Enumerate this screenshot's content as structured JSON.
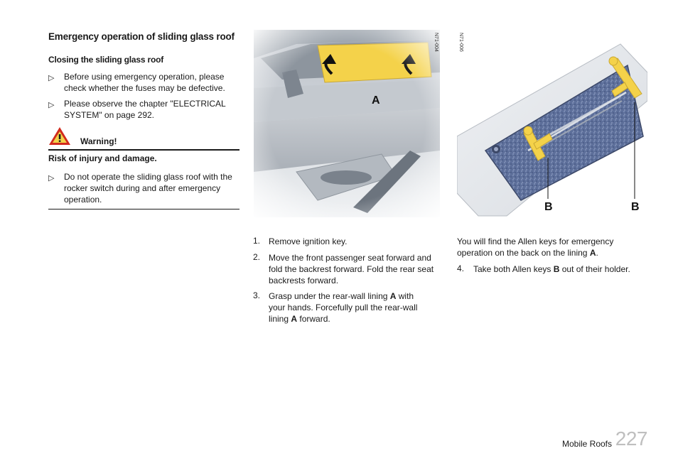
{
  "section_title": "Emergency operation of sliding glass roof",
  "subsection_title": "Closing the sliding glass roof",
  "pre_bullets": [
    "Before using emergency operation, please check whether the fuses may be defective.",
    "Please observe the chapter \"ELECTRICAL SYSTEM\" on page 292."
  ],
  "warning": {
    "label": "Warning!",
    "heading": "Risk of injury and damage.",
    "bullet": "Do not operate the sliding glass roof with the rocker switch during and after emergency operation."
  },
  "figure1": {
    "code": "N71-004",
    "label_a": "A"
  },
  "figure2": {
    "code": "N71-006",
    "label_b1": "B",
    "label_b2": "B"
  },
  "steps": [
    {
      "num": "1.",
      "text": "Remove ignition key."
    },
    {
      "num": "2.",
      "text": "Move the front passenger seat forward and fold the backrest forward. Fold the rear seat backrests forward."
    },
    {
      "num": "3.",
      "pre": "Grasp under the rear-wall lining ",
      "b1": "A",
      "mid": " with your hands. Forcefully pull the rear-wall lining ",
      "b2": "A",
      "post": " forward."
    }
  ],
  "right_para": {
    "pre": "You will find the Allen keys for emergency operation on the back on the lining ",
    "bold": "A",
    "post": "."
  },
  "step4": {
    "num": "4.",
    "pre": "Take both Allen keys ",
    "bold": "B",
    "post": " out of their holder."
  },
  "footer": {
    "label": "Mobile Roofs",
    "page": "227"
  },
  "colors": {
    "highlight_yellow": "#f4d24a",
    "warning_red": "#d22a1e"
  }
}
